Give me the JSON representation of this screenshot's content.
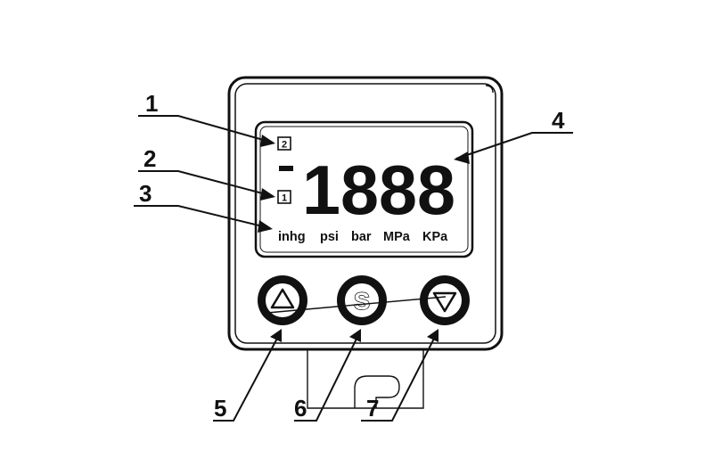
{
  "display": {
    "digits": "1888",
    "minus_sign": "-",
    "indicator_top": "2",
    "indicator_bottom": "1",
    "units": [
      "inhg",
      "psi",
      "bar",
      "MPa",
      "KPa"
    ]
  },
  "buttons": {
    "up_icon": "triangle-up-icon",
    "set_label": "S",
    "down_icon": "triangle-down-icon"
  },
  "callouts": [
    "1",
    "2",
    "3",
    "4",
    "5",
    "6",
    "7"
  ]
}
